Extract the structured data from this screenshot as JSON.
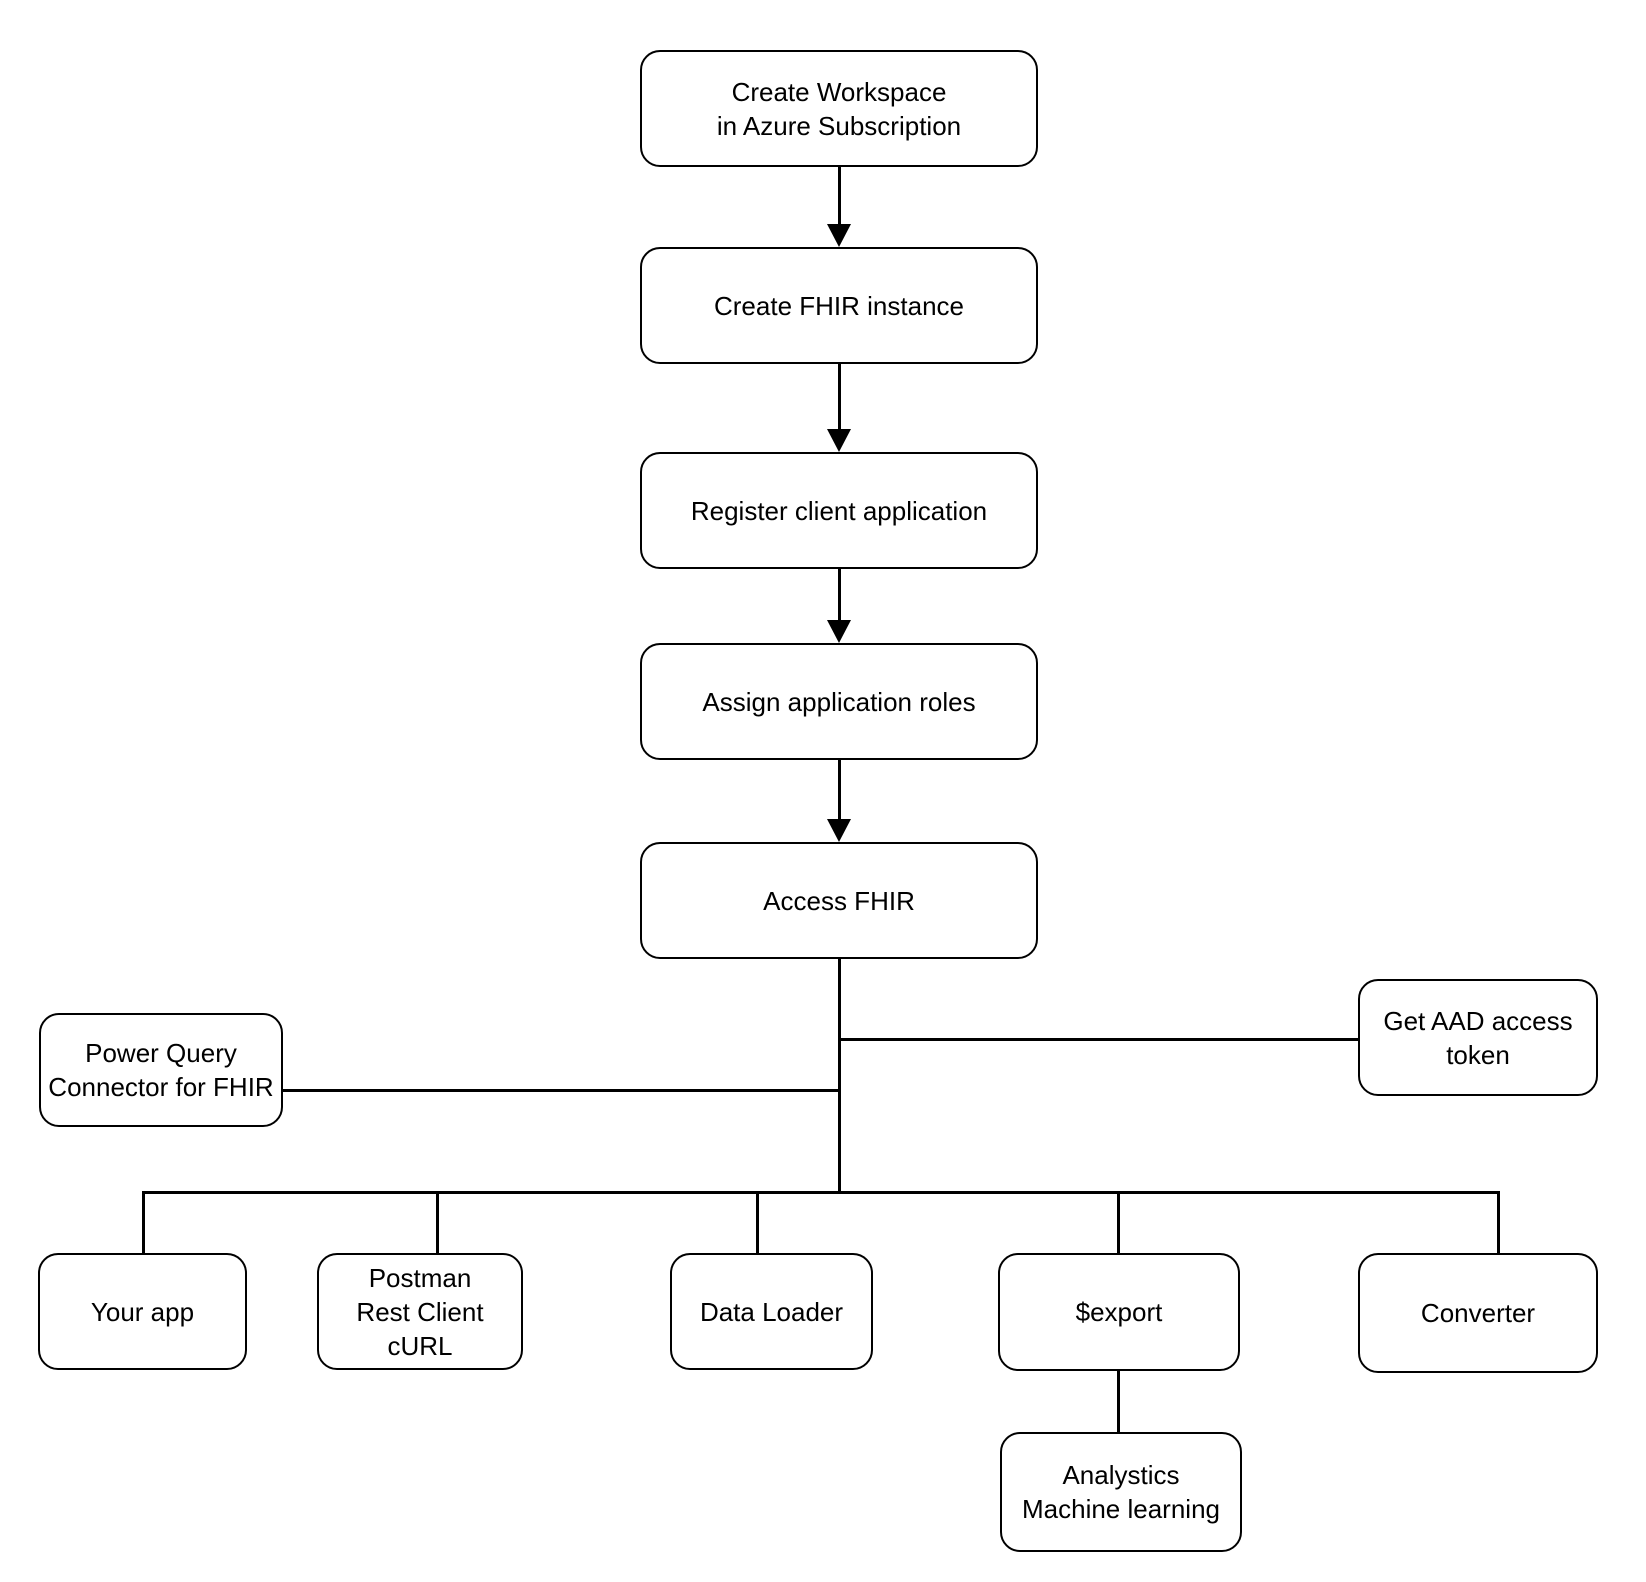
{
  "diagram": {
    "colors": {
      "background": "#ffffff",
      "node_fill": "#ffffff",
      "stroke": "#000000",
      "text": "#000000"
    },
    "nodes": {
      "create_workspace": {
        "lines": [
          "Create Workspace",
          "in Azure Subscription"
        ]
      },
      "create_fhir_instance": {
        "lines": [
          "Create FHIR instance"
        ]
      },
      "register_client_application": {
        "lines": [
          "Register client application"
        ]
      },
      "assign_application_roles": {
        "lines": [
          "Assign application roles"
        ]
      },
      "access_fhir": {
        "lines": [
          "Access FHIR"
        ]
      },
      "power_query_connector": {
        "lines": [
          "Power Query",
          "Connector for FHIR"
        ]
      },
      "get_aad_access_token": {
        "lines": [
          "Get AAD access",
          "token"
        ]
      },
      "your_app": {
        "lines": [
          "Your app"
        ]
      },
      "postman_rest_client_curl": {
        "lines": [
          "Postman",
          "Rest Client",
          "cURL"
        ]
      },
      "data_loader": {
        "lines": [
          "Data Loader"
        ]
      },
      "export": {
        "lines": [
          "$export"
        ]
      },
      "converter": {
        "lines": [
          "Converter"
        ]
      },
      "analytics_machine_learning": {
        "lines": [
          "Analystics",
          "Machine learning"
        ]
      }
    },
    "edges": [
      {
        "from": "create_workspace",
        "to": "create_fhir_instance",
        "arrow": true
      },
      {
        "from": "create_fhir_instance",
        "to": "register_client_application",
        "arrow": true
      },
      {
        "from": "register_client_application",
        "to": "assign_application_roles",
        "arrow": true
      },
      {
        "from": "assign_application_roles",
        "to": "access_fhir",
        "arrow": true
      },
      {
        "from": "access_fhir",
        "to": "power_query_connector",
        "arrow": false
      },
      {
        "from": "access_fhir",
        "to": "get_aad_access_token",
        "arrow": false
      },
      {
        "from": "access_fhir",
        "to": "your_app",
        "arrow": false
      },
      {
        "from": "access_fhir",
        "to": "postman_rest_client_curl",
        "arrow": false
      },
      {
        "from": "access_fhir",
        "to": "data_loader",
        "arrow": false
      },
      {
        "from": "access_fhir",
        "to": "export",
        "arrow": false
      },
      {
        "from": "access_fhir",
        "to": "converter",
        "arrow": false
      },
      {
        "from": "export",
        "to": "analytics_machine_learning",
        "arrow": false
      }
    ]
  }
}
